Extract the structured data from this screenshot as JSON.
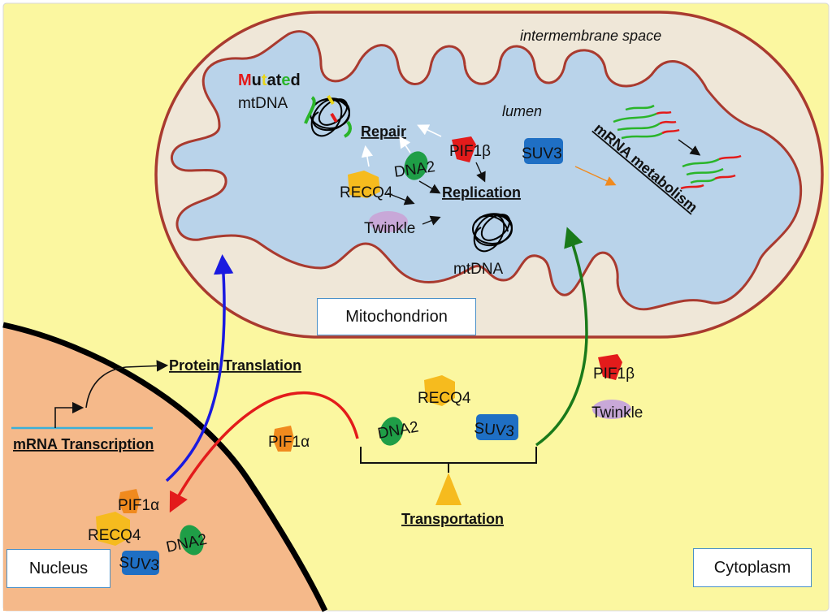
{
  "regions": {
    "mitochondrion": "Mitochondrion",
    "nucleus": "Nucleus",
    "cytoplasm": "Cytoplasm",
    "intermembrane_space": "intermembrane space",
    "lumen": "lumen"
  },
  "processes": {
    "repair": "Repair",
    "replication": "Replication",
    "mrna_metabolism": "mRNA metabolism",
    "protein_translation": "Protein Translation",
    "mrna_transcription": "mRNA Transcription",
    "transportation": "Transportation"
  },
  "dna_labels": {
    "mutated_letters": [
      "M",
      "u",
      "t",
      "a",
      "t",
      "e",
      "d"
    ],
    "mutated_colors": [
      "#e31b1b",
      "#111111",
      "#e8d51a",
      "#111111",
      "#111111",
      "#2ab52a",
      "#111111"
    ],
    "mtdna_top": "mtDNA",
    "mtdna_bottom": "mtDNA"
  },
  "proteins": {
    "mito_recq4": "RECQ4",
    "mito_dna2": "DNA2",
    "mito_pif1b": "PIF1β",
    "mito_suv3": "SUV3",
    "mito_twinkle": "Twinkle",
    "cyto_recq4": "RECQ4",
    "cyto_dna2": "DNA2",
    "cyto_suv3": "SUV3",
    "cyto_pif1a": "PIF1α",
    "cyto_pif1b": "PIF1β",
    "cyto_twinkle": "Twinkle",
    "nuc_pif1a": "PIF1α",
    "nuc_recq4": "RECQ4",
    "nuc_dna2": "DNA2",
    "nuc_suv3": "SUV3"
  },
  "colors": {
    "cytoplasm": "#fbf7a0",
    "nucleus": "#f5b98a",
    "mito_outer": "#efe7d8",
    "mito_membrane": "#a93a2f",
    "matrix": "#b9d3ea",
    "recq4": "#f6bb1e",
    "dna2": "#1f9e47",
    "pif1b": "#e31b1b",
    "pif1a": "#f08a1e",
    "suv3": "#1f6fc4",
    "twinkle": "#c8a8d8",
    "import_arrow": "#1a1ae0",
    "export_arrow": "#e31b1b",
    "mito_import_arrow": "#1a7a1a"
  }
}
